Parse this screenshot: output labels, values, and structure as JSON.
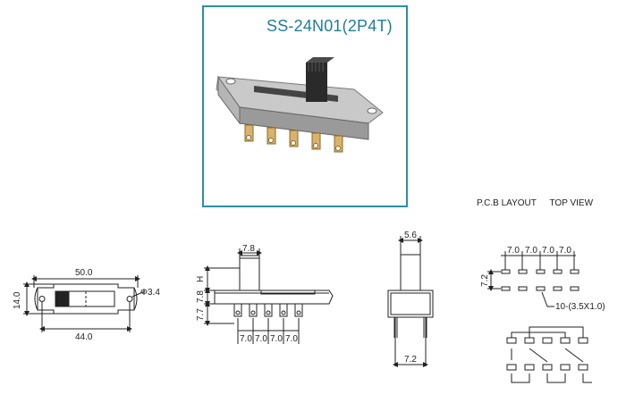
{
  "product": {
    "title": "SS-24N01(2P4T)"
  },
  "pcb_layout": {
    "label": "P.C.B LAYOUT",
    "view": "TOP VIEW",
    "pitch_labels": [
      "7.0",
      "7.0",
      "7.0",
      "7.0"
    ],
    "row_spacing": "7.2",
    "pad_note": "10-(3.5X1.0)"
  },
  "top_view": {
    "length": "50.0",
    "hole_span": "44.0",
    "height": "14.0",
    "hole_dia": "3.4"
  },
  "side_view": {
    "actuator_width": "7.8",
    "height_label": "H",
    "vertical_dims": [
      "7.8",
      "7.7"
    ],
    "pitch_labels": [
      "7.0",
      "7.0",
      "7.0",
      "7.0"
    ]
  },
  "end_view": {
    "actuator_width": "5.6",
    "pin_span": "7.2"
  },
  "colors": {
    "frame": "#2a8fa6",
    "title": "#1f7d9a",
    "line": "#222222"
  }
}
